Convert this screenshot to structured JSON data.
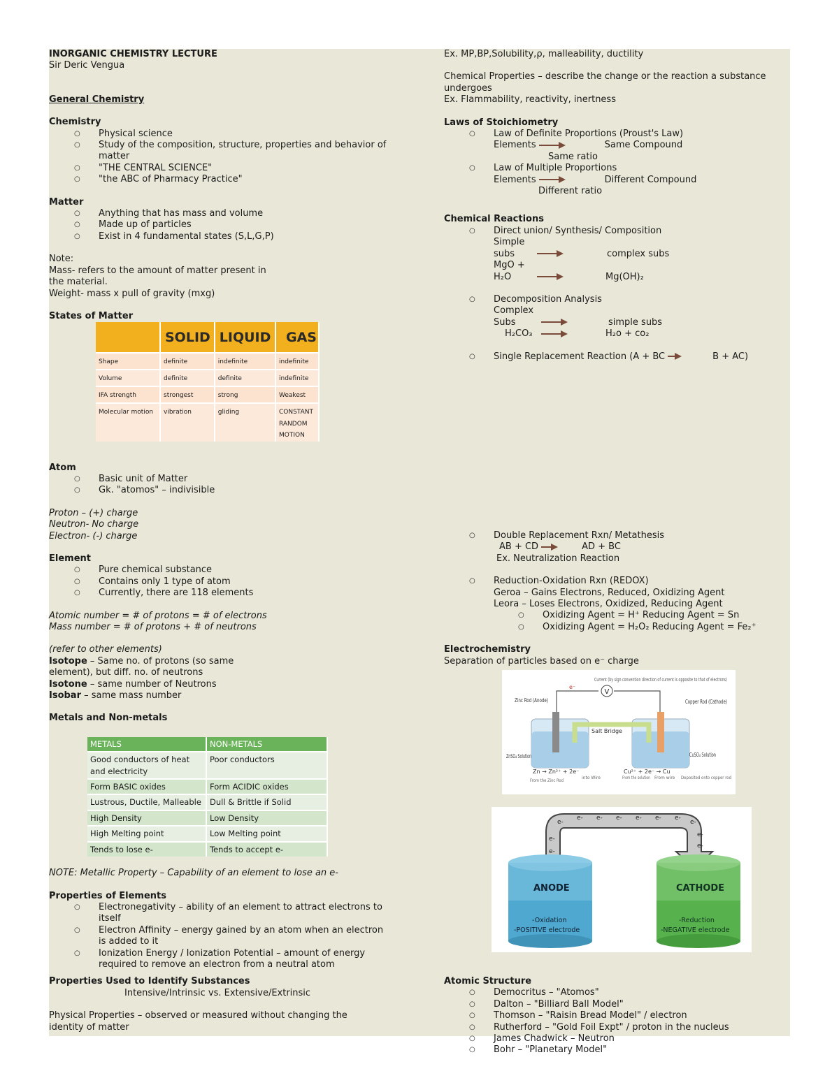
{
  "header": {
    "title": "INORGANIC CHEMISTRY LECTURE",
    "author": "Sir Deric Vengua"
  },
  "general": {
    "heading": "General Chemistry"
  },
  "chemistry": {
    "heading": "Chemistry",
    "items": [
      "Physical science",
      "Study of the composition, structure, properties and behavior of matter",
      "\"THE CENTRAL SCIENCE\"",
      "\"the ABC of Pharmacy Practice\""
    ]
  },
  "matter": {
    "heading": "Matter",
    "items": [
      "Anything that has mass and volume",
      "Made up of particles",
      "Exist in 4 fundamental states (S,L,G,P)"
    ]
  },
  "note": {
    "label": "Note:",
    "mass": "Mass- refers to the amount of matter present in the material.",
    "weight": "Weight- mass x pull of gravity (mxg)"
  },
  "states": {
    "heading": "States of Matter",
    "columns": [
      "",
      "SOLID",
      "LIQUID",
      "GAS"
    ],
    "rows": [
      [
        "Shape",
        "definite",
        "indefinite",
        "indefinite"
      ],
      [
        "Volume",
        "definite",
        "definite",
        "indefinite"
      ],
      [
        "IFA strength",
        "strongest",
        "strong",
        "Weakest"
      ],
      [
        "Molecular motion",
        "vibration",
        "gliding",
        "CONSTANT RANDOM MOTION"
      ]
    ]
  },
  "atom": {
    "heading": "Atom",
    "items": [
      "Basic unit of Matter",
      "Gk. \"atomos\" – indivisible"
    ],
    "proton": "Proton – (+) charge",
    "neutron": "Neutron- No charge",
    "electron": "Electron- (-) charge"
  },
  "element": {
    "heading": "Element",
    "items": [
      "Pure chemical substance",
      "Contains only 1 type of atom",
      "Currently, there are 118 elements"
    ],
    "atomic": "Atomic number = # of protons = # of electrons",
    "mass": "Mass number = # of protons + # of neutrons",
    "refer": "(refer to other elements)",
    "isotope_t": "Isotope",
    "isotope_d": " – Same no. of protons (so same element), but diff. no. of neutrons",
    "isotone_t": "Isotone",
    "isotone_d": " – same number of Neutrons",
    "isobar_t": "Isobar",
    "isobar_d": " – same mass number"
  },
  "metals": {
    "heading": "Metals and Non-metals",
    "columns": [
      "METALS",
      "NON-METALS"
    ],
    "rows": [
      [
        "Good conductors of heat and electricity",
        "Poor conductors"
      ],
      [
        "Form BASIC oxides",
        "Form ACIDIC oxides"
      ],
      [
        "Lustrous, Ductile, Malleable",
        "Dull & Brittle if Solid"
      ],
      [
        "High Density",
        "Low Density"
      ],
      [
        "High Melting point",
        "Low Melting point"
      ],
      [
        "Tends to lose  e-",
        "Tends to accept  e-"
      ]
    ],
    "note": "NOTE: Metallic Property – Capability of an element to lose an e-"
  },
  "properties": {
    "heading": "Properties of Elements",
    "items": [
      "Electronegativity – ability of an element to attract electrons to itself",
      "Electron Affinity – energy gained by an atom when an electron is added to it",
      "Ionization Energy / Ionization Potential – amount of energy required to remove an electron from a neutral atom"
    ]
  },
  "identify": {
    "heading": "Properties Used to Identify Substances",
    "sub": "Intensive/Intrinsic vs. Extensive/Extrinsic",
    "physical": "Physical Properties – observed or measured without changing the identity of matter"
  },
  "right": {
    "ex1": "Ex. MP,BP,Solubility,ρ, malleability, ductility",
    "chemical": "Chemical Properties – describe the change or the reaction a substance undergoes",
    "ex2": "Ex. Flammability, reactivity, inertness"
  },
  "stoich": {
    "heading": "Laws of Stoichiometry",
    "law1": "Law of Definite Proportions (Proust's Law)",
    "law1_left": "Elements",
    "law1_right": "Same Compound",
    "law1_under": "Same ratio",
    "law2": "Law of Multiple Proportions",
    "law2_left": "Elements",
    "law2_right": "Different Compound",
    "law2_under": "Different ratio"
  },
  "reactions": {
    "heading": "Chemical Reactions",
    "r1": "Direct union/ Synthesis/ Composition",
    "r1_a_left": "Simple subs",
    "r1_a_right": "complex subs",
    "r1_b_left": "MgO + H₂O",
    "r1_b_right": "Mg(OH)₂",
    "r2": "Decomposition Analysis",
    "r2_a_left": "Complex Subs",
    "r2_a_right": "simple subs",
    "r2_b_left": "H₂CO₃",
    "r2_b_right": "H₂o + co₂",
    "r3_left": "Single Replacement Reaction (A + BC",
    "r3_right": "B + AC)",
    "r4": "Double Replacement Rxn/ Metathesis",
    "r4_left": "AB + CD",
    "r4_right": "AD + BC",
    "r4_ex": "Ex. Neutralization Reaction",
    "r5": "Reduction-Oxidation Rxn (REDOX)",
    "geroa": "Geroa – Gains Electrons, Reduced, Oxidizing Agent",
    "leora": "Leora – Loses Electrons, Oxidized, Reducing Agent",
    "oa1": "Oxidizing Agent = H⁺ Reducing Agent = Sn",
    "oa2": "Oxidizing Agent = H₂O₂ Reducing Agent = Fe₂⁺"
  },
  "electro": {
    "heading": "Electrochemistry",
    "desc": "Separation of particles based on e⁻ charge",
    "fig1": {
      "current": "Current (by sign convention direction of current is opposite to that of electrons)",
      "e1": "e⁻",
      "v": "V",
      "zinc": "Zinc Rod (Anode)",
      "copper": "Copper Rod (Cathode)",
      "bridge": "Salt Bridge",
      "znso4": "ZnSO₄ Solution",
      "cuso4": "CuSO₄ Solution",
      "eq_left": "Zn → Zn²⁺ + 2e⁻",
      "eq_right": "Cu²⁺ + 2e⁻ → Cu",
      "from_rod": "From the Zinc Rod",
      "into_wire": "into Wire",
      "from_sol": "From the solution",
      "from_wire": "From wire",
      "deposited": "Deposited onto copper rod"
    },
    "fig2": {
      "electron": "e-",
      "anode": "ANODE",
      "anode_l1": "-Oxidation",
      "anode_l2": "-POSITIVE electrode",
      "cathode": "CATHODE",
      "cathode_l1": "-Reduction",
      "cathode_l2": "-NEGATIVE electrode"
    }
  },
  "atomic": {
    "heading": "Atomic Structure",
    "items": [
      "Democritus – \"Atomos\"",
      "Dalton – \"Billiard Ball Model\"",
      "Thomson – \"Raisin Bread Model\" / electron",
      "Rutherford – \"Gold Foil Expt\" / proton in the nucleus",
      "James Chadwick – Neutron",
      "Bohr – \"Planetary Model\""
    ]
  },
  "colors": {
    "page": "#e9e8d8",
    "arrow": "#7a4b3a",
    "solid_header": "#f2b01e",
    "metals_header": "#6bb35b",
    "anode": "#5bb4d6",
    "cathode": "#5fb957"
  }
}
